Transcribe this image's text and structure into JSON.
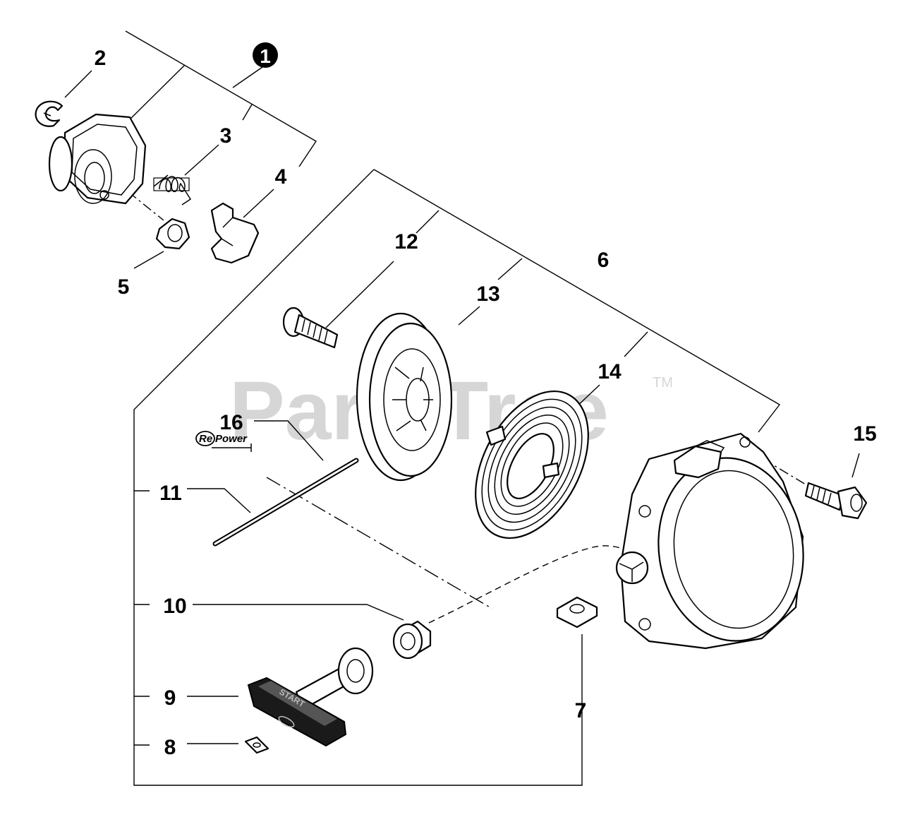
{
  "watermark": {
    "text": "PartsTree",
    "tm": "TM"
  },
  "badge": {
    "text": "RePower",
    "re": "Re",
    "power": "Power"
  },
  "assembly_marker": "1",
  "callouts": {
    "p2": "2",
    "p3": "3",
    "p4": "4",
    "p5": "5",
    "p6": "6",
    "p7": "7",
    "p8": "8",
    "p9": "9",
    "p10": "10",
    "p11": "11",
    "p12": "12",
    "p13": "13",
    "p14": "14",
    "p15": "15",
    "p16": "16"
  },
  "handle_text": "START",
  "colors": {
    "ink": "#000000",
    "watermark": "#d6d6d6",
    "paper": "#ffffff"
  }
}
